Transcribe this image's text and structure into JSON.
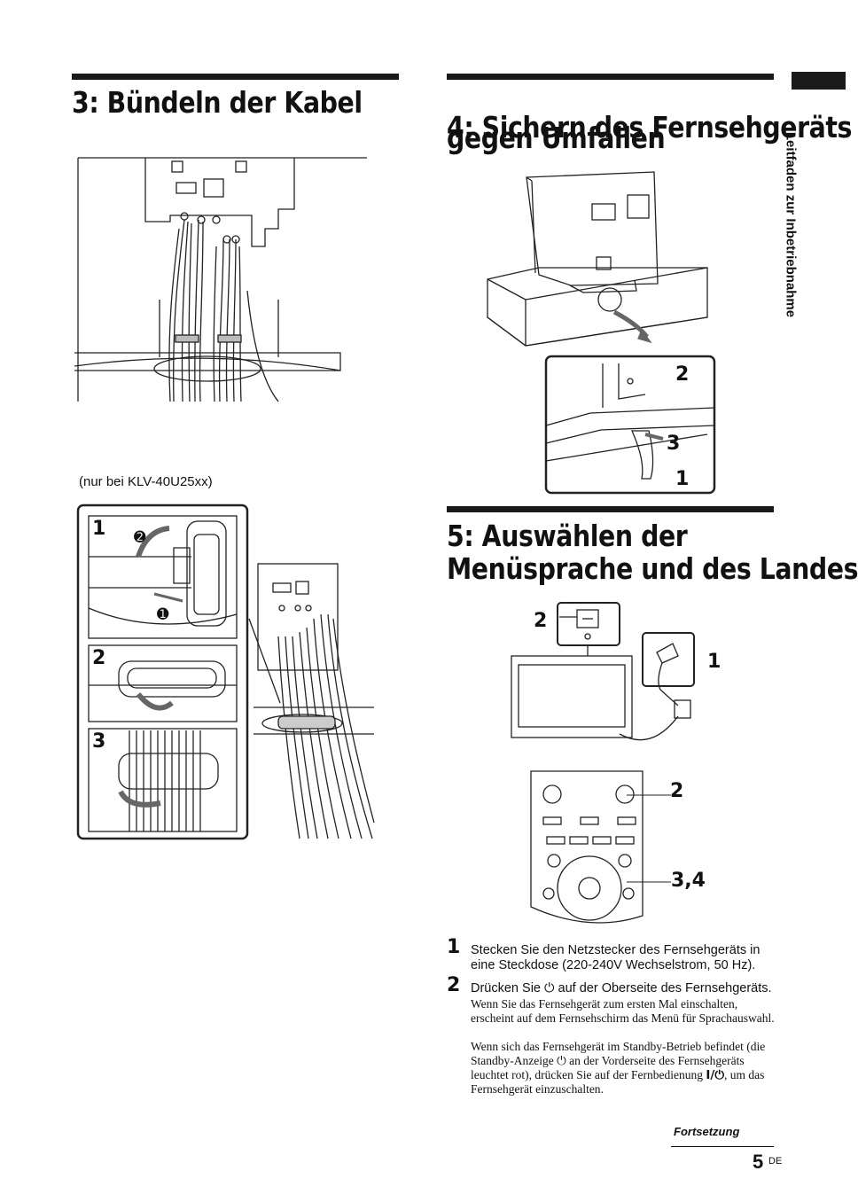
{
  "sections": {
    "s3": {
      "title": "3: Bündeln der Kabel"
    },
    "s4": {
      "title_line1": "4: Sichern des Fernsehgeräts",
      "title_line2": "gegen Umfallen"
    },
    "s5": {
      "title_line1": "5: Auswählen der",
      "title_line2": "Menüsprache und des Landes"
    }
  },
  "side_tab": "Leitfaden zur Inbetriebnahme",
  "caption_model": "(nur bei KLV-40U25xx)",
  "figure_callouts": {
    "bundle_steps": [
      "1",
      "2",
      "3"
    ],
    "sub_1": "➊",
    "sub_2": "➋",
    "secure": [
      "2",
      "3",
      "1"
    ],
    "tv": [
      "2",
      "1"
    ],
    "remote": [
      "2",
      "3,4"
    ]
  },
  "steps": [
    {
      "num": "1",
      "text": "Stecken Sie den Netzstecker des Fernsehgeräts in eine Steckdose (220-240V Wechselstrom, 50 Hz)."
    },
    {
      "num": "2",
      "text_a": "Drücken Sie",
      "power_symbol": "⏻",
      "text_b": "auf der Oberseite des Fernsehgeräts.",
      "detail_1": "Wenn Sie das Fernsehgerät zum ersten Mal einschalten, erscheint auf dem Fernsehschirm das Menü für Sprachauswahl.",
      "detail_2a": "Wenn sich das Fernsehgerät im Standby-Betrieb befindet (die Standby-Anzeige",
      "detail_2b": "an der Vorderseite des Fernsehgeräts leuchtet rot), drücken Sie auf der Fernbedienung",
      "remote_symbol": "I/⏻",
      "detail_2c": ", um das Fernsehgerät einzuschalten."
    }
  ],
  "footer": {
    "continued": "Fortsetzung",
    "page": "5",
    "lang": "DE"
  },
  "colors": {
    "text": "#111111",
    "rule": "#1a1a1a",
    "line_art": "#222222"
  }
}
